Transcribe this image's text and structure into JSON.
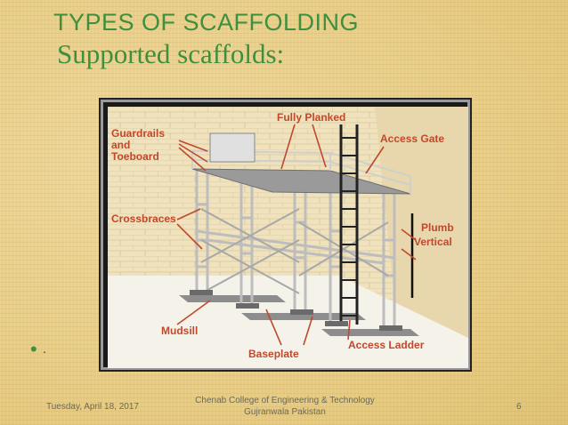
{
  "slide": {
    "title": "TYPES OF SCAFFOLDING",
    "subtitle": "Supported scaffolds:",
    "bullet": "."
  },
  "diagram": {
    "labels": {
      "guardrails_1": "Guardrails",
      "guardrails_2": "and",
      "guardrails_3": "Toeboard",
      "fully_planked": "Fully Planked",
      "access_gate": "Access Gate",
      "crossbraces": "Crossbraces",
      "plumb": "Plumb",
      "vertical": "Vertical",
      "mudsill": "Mudsill",
      "baseplate": "Baseplate",
      "access_ladder": "Access Ladder"
    },
    "colors": {
      "label": "#c0492c",
      "wall": "#eee0b8",
      "frame": "#c8c8c8"
    }
  },
  "footer": {
    "date": "Tuesday, April 18, 2017",
    "org_line1": "Chenab College of Engineering & Technology",
    "org_line2": "Gujranwala Pakistan",
    "page": "6"
  },
  "colors": {
    "accent": "#3e8f3e",
    "background": "#e9cf86"
  }
}
